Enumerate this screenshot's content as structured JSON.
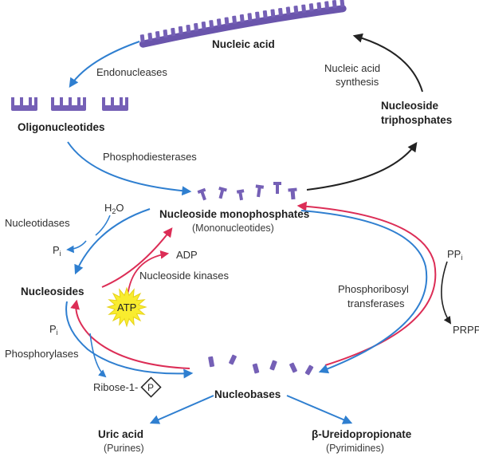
{
  "colors": {
    "blue": "#2f7fd0",
    "red": "#dc2d56",
    "dark": "#222222",
    "purple": "#7560b6",
    "atp": "#f9ec2e"
  },
  "labels": {
    "nucleic_acid": "Nucleic acid",
    "endonucleases": "Endonucleases",
    "nucleic_acid_synthesis_1": "Nucleic acid",
    "nucleic_acid_synthesis_2": "synthesis",
    "oligonucleotides": "Oligonucleotides",
    "nucleoside_triphosphates_1": "Nucleoside",
    "nucleoside_triphosphates_2": "triphosphates",
    "phosphodiesterases": "Phosphodiesterases",
    "h2o_h": "H",
    "h2o_sub": "2",
    "h2o_o": "O",
    "nucleotidases": "Nucleotidases",
    "nmp_title": "Nucleoside monophosphates",
    "nmp_sub": "(Mononucleotides)",
    "pi_top_p": "P",
    "pi_top_i": "i",
    "adp": "ADP",
    "nucleoside_kinases": "Nucleoside kinases",
    "ppi_pp": "PP",
    "ppi_i": "i",
    "nucleosides": "Nucleosides",
    "atp": "ATP",
    "phosphoribosyl_1": "Phosphoribosyl",
    "phosphoribosyl_2": "transferases",
    "prpp": "PRPP",
    "pi_bottom_p": "P",
    "pi_bottom_i": "i",
    "phosphorylases": "Phosphorylases",
    "ribose": "Ribose-1-",
    "p_diamond": "P",
    "nucleobases": "Nucleobases",
    "uric_acid": "Uric acid",
    "purines": "(Purines)",
    "ureidopropionate": "β-Ureidopropionate",
    "pyrimidines": "(Pyrimidines)"
  }
}
